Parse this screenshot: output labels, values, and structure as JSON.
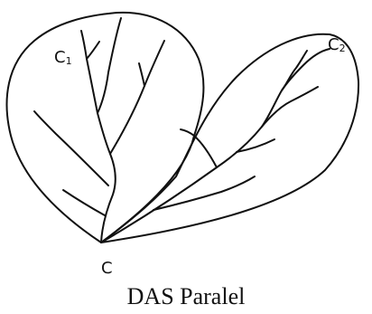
{
  "diagram": {
    "labels": {
      "c1_letter": "C",
      "c1_sub": "1",
      "c2_letter": "C",
      "c2_sub": "2",
      "outlet": "C"
    },
    "caption": "DAS Paralel",
    "colors": {
      "stroke": "#111111",
      "background": "#ffffff"
    }
  }
}
